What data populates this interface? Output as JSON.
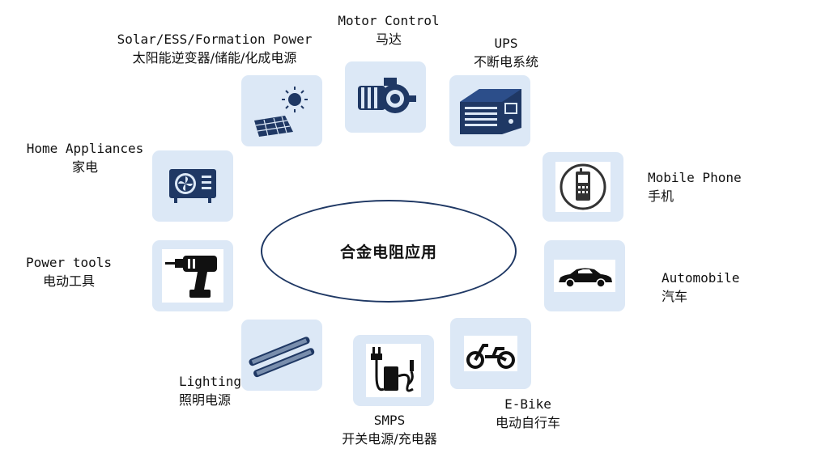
{
  "center": {
    "title": "合金电阻应用"
  },
  "applications": [
    {
      "key": "motor",
      "en": "Motor Control",
      "zh": "马达",
      "icon": "motor-icon"
    },
    {
      "key": "ups",
      "en": "UPS",
      "zh": "不断电系统",
      "icon": "ups-icon"
    },
    {
      "key": "mobile",
      "en": "Mobile Phone",
      "zh": "手机",
      "icon": "mobile-phone-icon"
    },
    {
      "key": "automobile",
      "en": "Automobile",
      "zh": "汽车",
      "icon": "car-icon"
    },
    {
      "key": "ebike",
      "en": "E-Bike",
      "zh": "电动自行车",
      "icon": "ebike-icon"
    },
    {
      "key": "smps",
      "en": "SMPS",
      "zh": "开关电源/充电器",
      "icon": "charger-icon"
    },
    {
      "key": "lighting",
      "en": "Lighting",
      "zh": "照明电源",
      "icon": "led-tube-icon"
    },
    {
      "key": "powertools",
      "en": "Power tools",
      "zh": "电动工具",
      "icon": "drill-icon"
    },
    {
      "key": "home",
      "en": "Home Appliances",
      "zh": "家电",
      "icon": "air-conditioner-icon"
    },
    {
      "key": "solar",
      "en": "Solar/ESS/Formation Power",
      "zh": "太阳能逆变器/储能/化成电源",
      "icon": "solar-panel-icon"
    }
  ],
  "colors": {
    "tile": "#dce8f6",
    "icon": "#1f3864",
    "ellipse": "#1f3864"
  }
}
